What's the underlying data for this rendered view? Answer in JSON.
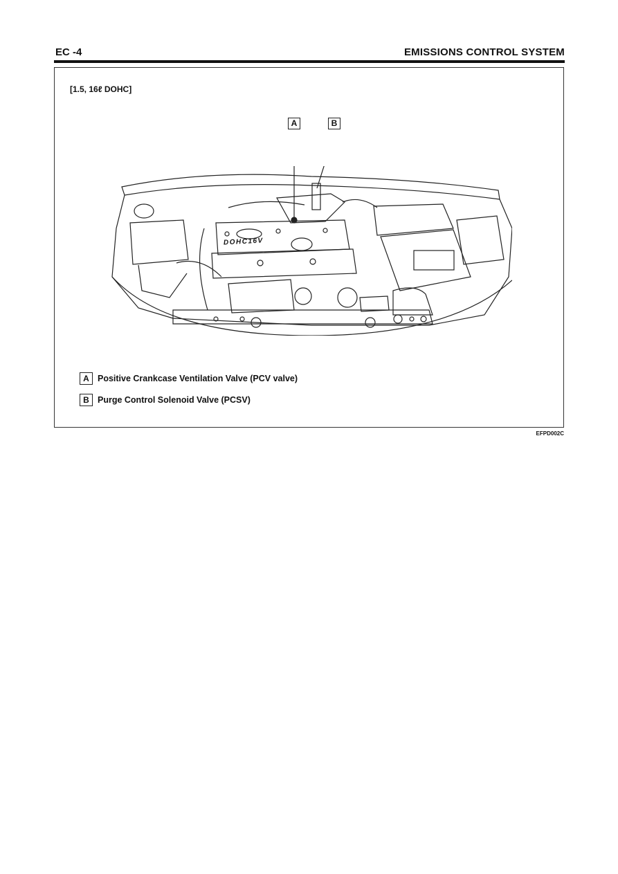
{
  "header": {
    "section": "EC -4",
    "title": "EMISSIONS CONTROL SYSTEM"
  },
  "figure": {
    "variant": "[1.5, 16ℓ DOHC]",
    "engine_label": "DOHC16V",
    "callouts": [
      {
        "letter": "A",
        "text": "Positive Crankcase Ventilation Valve (PCV valve)"
      },
      {
        "letter": "B",
        "text": "Purge Control Solenoid Valve (PCSV)"
      }
    ],
    "code": "EFPD002C"
  }
}
